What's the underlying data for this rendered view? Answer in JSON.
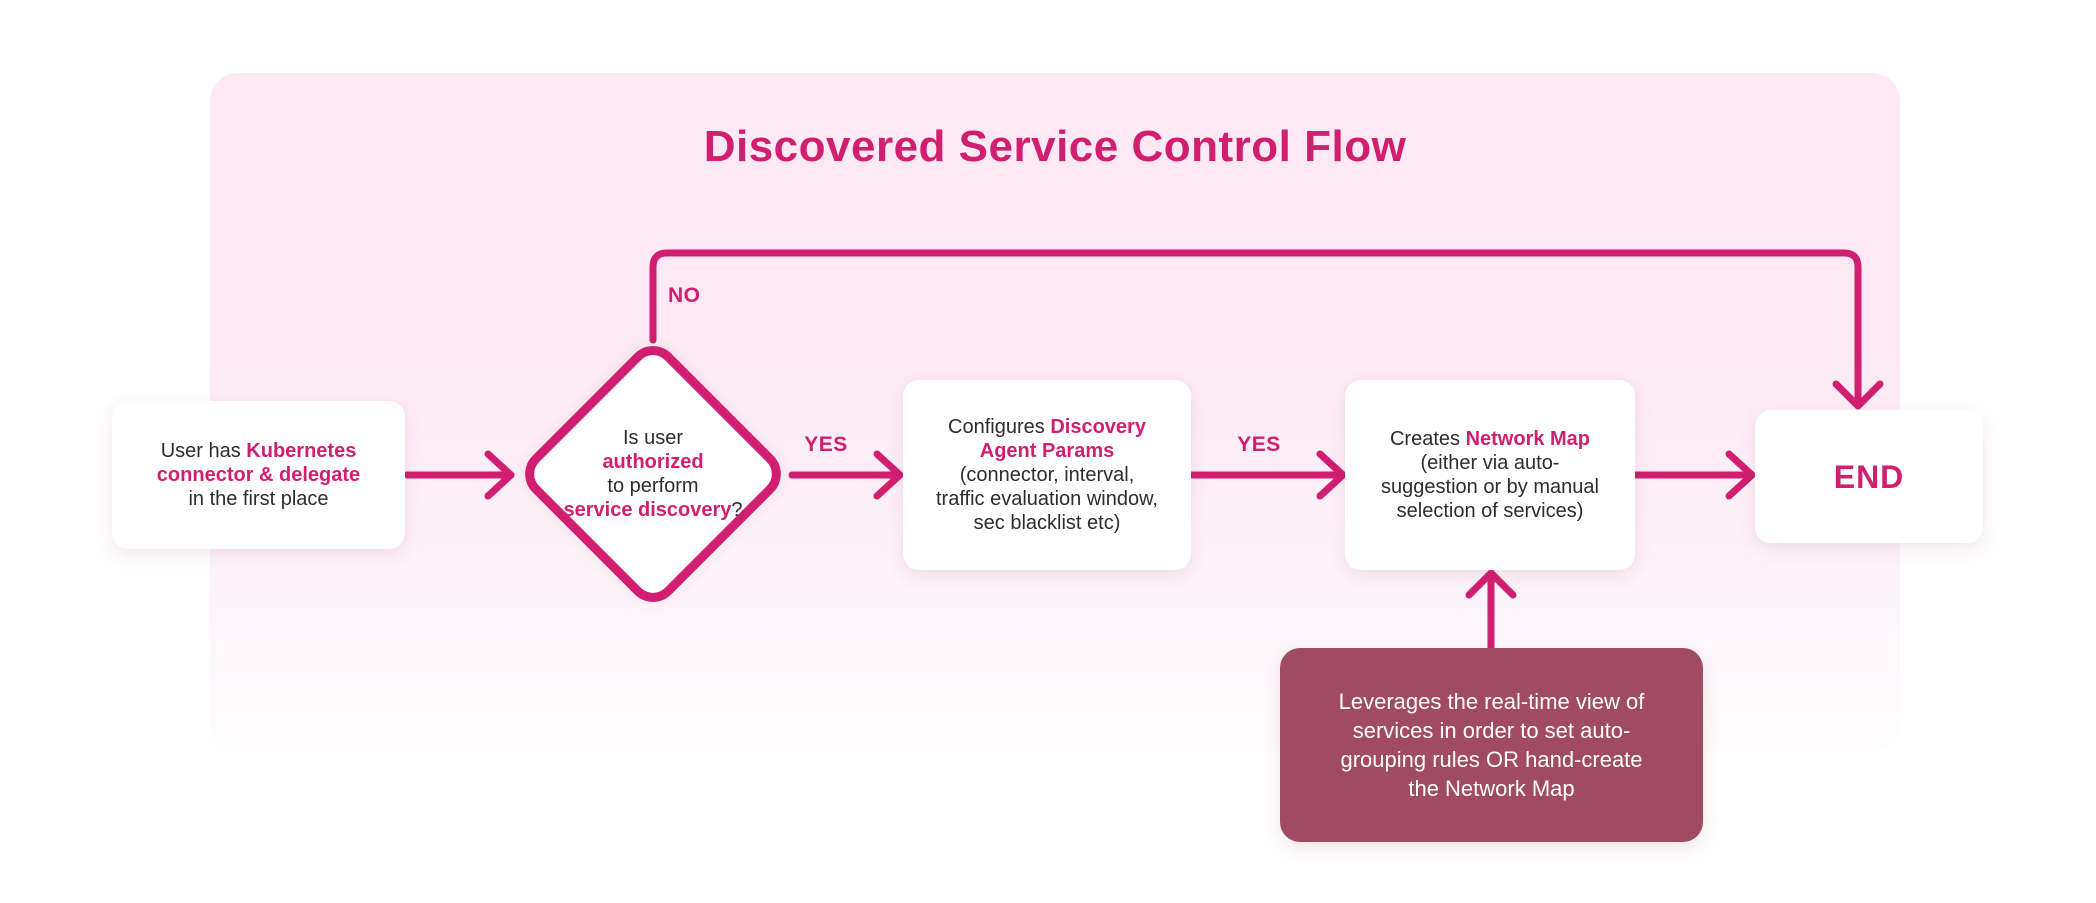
{
  "colors": {
    "accent": "#d21e70",
    "panel_top": "#fce9f4",
    "panel_bottom": "#fffdfe",
    "note_bg": "#a14a63",
    "text_dark": "#2d2c31",
    "box_bg": "#ffffff",
    "note_text": "#ffffff"
  },
  "title": "Discovered Service Control Flow",
  "nodes": {
    "start": {
      "lines": [
        [
          {
            "t": "User has ",
            "em": 0
          },
          {
            "t": "Kubernetes",
            "em": 1
          }
        ],
        [
          {
            "t": "connector & delegate",
            "em": 1
          }
        ],
        [
          {
            "t": "in the first place",
            "em": 0
          }
        ]
      ]
    },
    "decision": {
      "lines": [
        [
          {
            "t": "Is user",
            "em": 0
          }
        ],
        [
          {
            "t": "authorized",
            "em": 1
          }
        ],
        [
          {
            "t": "to perform",
            "em": 0
          }
        ],
        [
          {
            "t": "service discovery",
            "em": 1
          },
          {
            "t": "?",
            "em": 0
          }
        ]
      ]
    },
    "configure": {
      "lines": [
        [
          {
            "t": "Configures ",
            "em": 0
          },
          {
            "t": "Discovery",
            "em": 1
          }
        ],
        [
          {
            "t": "Agent Params",
            "em": 1
          }
        ],
        [
          {
            "t": "(connector, interval,",
            "em": 0
          }
        ],
        [
          {
            "t": "traffic evaluation window,",
            "em": 0
          }
        ],
        [
          {
            "t": "sec blacklist etc)",
            "em": 0
          }
        ]
      ]
    },
    "create_map": {
      "lines": [
        [
          {
            "t": "Creates ",
            "em": 0
          },
          {
            "t": "Network Map",
            "em": 1
          }
        ],
        [
          {
            "t": "(either via auto-",
            "em": 0
          }
        ],
        [
          {
            "t": "suggestion or by manual",
            "em": 0
          }
        ],
        [
          {
            "t": "selection of services)",
            "em": 0
          }
        ]
      ]
    },
    "end": {
      "label": "END"
    },
    "note": {
      "lines": [
        [
          {
            "t": "Leverages the real-time view of",
            "em": 0
          }
        ],
        [
          {
            "t": "services in order to set auto-",
            "em": 0
          }
        ],
        [
          {
            "t": "grouping rules OR hand-create",
            "em": 0
          }
        ],
        [
          {
            "t": "the Network Map",
            "em": 0
          }
        ]
      ]
    }
  },
  "edge_labels": {
    "no": "NO",
    "yes_decision_configure": "YES",
    "yes_configure_create": "YES"
  }
}
